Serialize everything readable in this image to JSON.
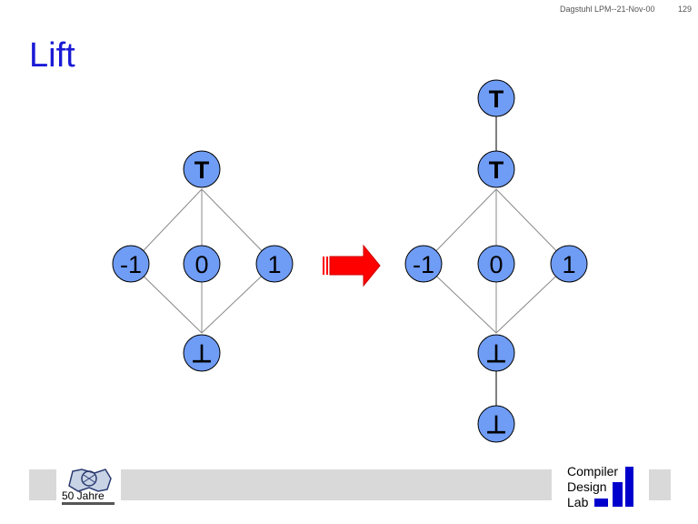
{
  "header": {
    "conference": "Dagstuhl LPM--21-Nov-00",
    "page_number": "129"
  },
  "title": "Lift",
  "diagram": {
    "top_symbol": "T",
    "bottom_symbol": "⊥",
    "left_lattice": {
      "nodes": [
        "T",
        "-1",
        "0",
        "1",
        "⊥"
      ]
    },
    "right_lattice": {
      "nodes": [
        "T",
        "T",
        "-1",
        "0",
        "1",
        "⊥",
        "⊥"
      ]
    },
    "colors": {
      "node_fill": "#6f9cf5",
      "node_stroke": "#000000",
      "edge": "#888888",
      "arrow": "#ff0000"
    }
  },
  "footer": {
    "jubilee_logo_text": "50 Jahre",
    "lab_logo_lines": [
      "Compiler",
      "Design",
      "Lab"
    ],
    "lab_logo_color": "#0000cc"
  }
}
